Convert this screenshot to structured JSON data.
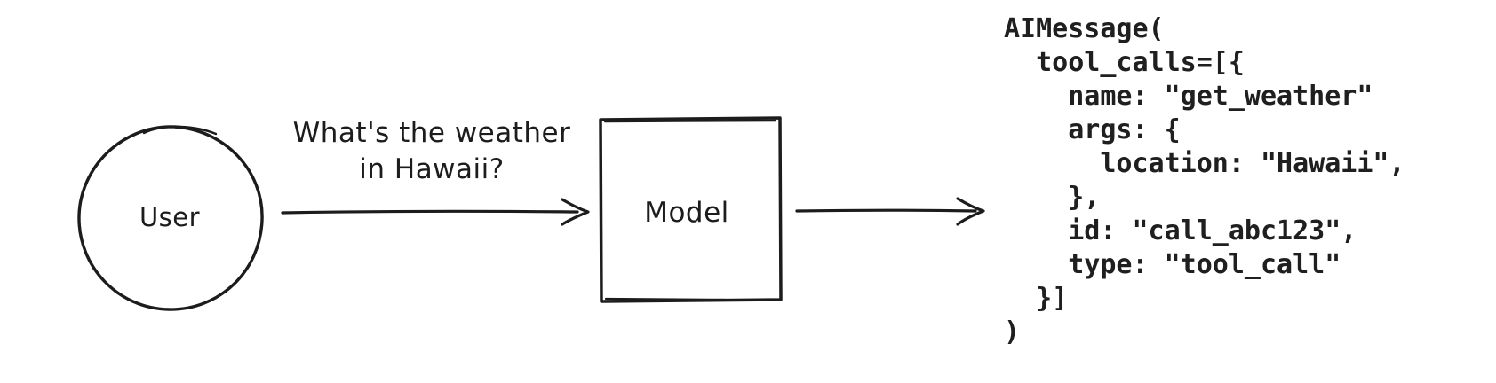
{
  "colors": {
    "ink": "#1c1c1c",
    "code_text": "#1f1f1f",
    "background": "#ffffff"
  },
  "diagram": {
    "user_node": {
      "shape": "circle",
      "label": "User"
    },
    "request_arrow": {
      "label_line1": "What's the weather",
      "label_line2": "in Hawaii?"
    },
    "model_node": {
      "shape": "square",
      "label": "Model"
    },
    "output_code": {
      "text": "AIMessage(\n  tool_calls=[{\n    name: \"get_weather\"\n    args: {\n      location: \"Hawaii\",\n    },\n    id: \"call_abc123\",\n    type: \"tool_call\"\n  }]\n)"
    }
  }
}
